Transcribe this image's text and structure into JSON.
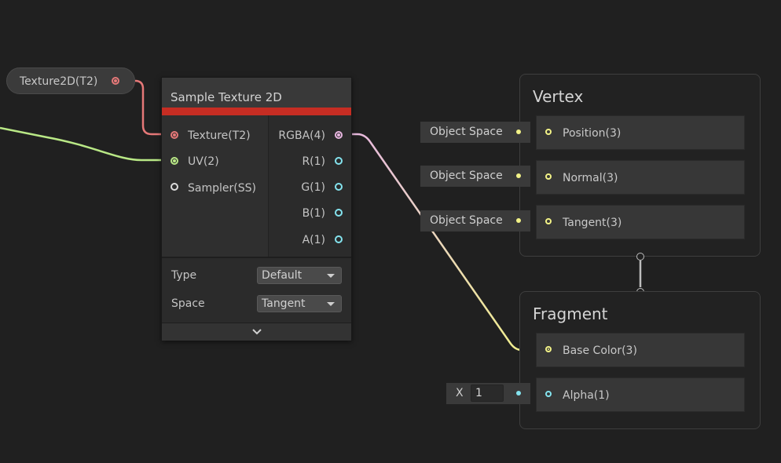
{
  "colors": {
    "background": "#202020",
    "texture": "#e57878",
    "uv_green": "#b9e886",
    "rgba_pink": "#e8b6e0",
    "vector_yellow": "#f2f287",
    "float_cyan": "#84e3ee",
    "header_red": "#c62d23"
  },
  "property_node": {
    "label": "Texture2D(T2)"
  },
  "sample_node": {
    "title": "Sample Texture 2D",
    "inputs": [
      {
        "label": "Texture(T2)",
        "port": "texture"
      },
      {
        "label": "UV(2)",
        "port": "uv"
      },
      {
        "label": "Sampler(SS)",
        "port": "sampler"
      }
    ],
    "outputs": [
      {
        "label": "RGBA(4)"
      },
      {
        "label": "R(1)"
      },
      {
        "label": "G(1)"
      },
      {
        "label": "B(1)"
      },
      {
        "label": "A(1)"
      }
    ],
    "type": {
      "label": "Type",
      "value": "Default"
    },
    "space": {
      "label": "Space",
      "value": "Tangent"
    },
    "expand_icon": "chevron-down-icon"
  },
  "vertex": {
    "title": "Vertex",
    "blocks": [
      {
        "label": "Position(3)",
        "input": "Object Space"
      },
      {
        "label": "Normal(3)",
        "input": "Object Space"
      },
      {
        "label": "Tangent(3)",
        "input": "Object Space"
      }
    ]
  },
  "fragment": {
    "title": "Fragment",
    "blocks": [
      {
        "label": "Base Color(3)"
      },
      {
        "label": "Alpha(1)",
        "input_axis": "X",
        "input_value": "1"
      }
    ]
  }
}
